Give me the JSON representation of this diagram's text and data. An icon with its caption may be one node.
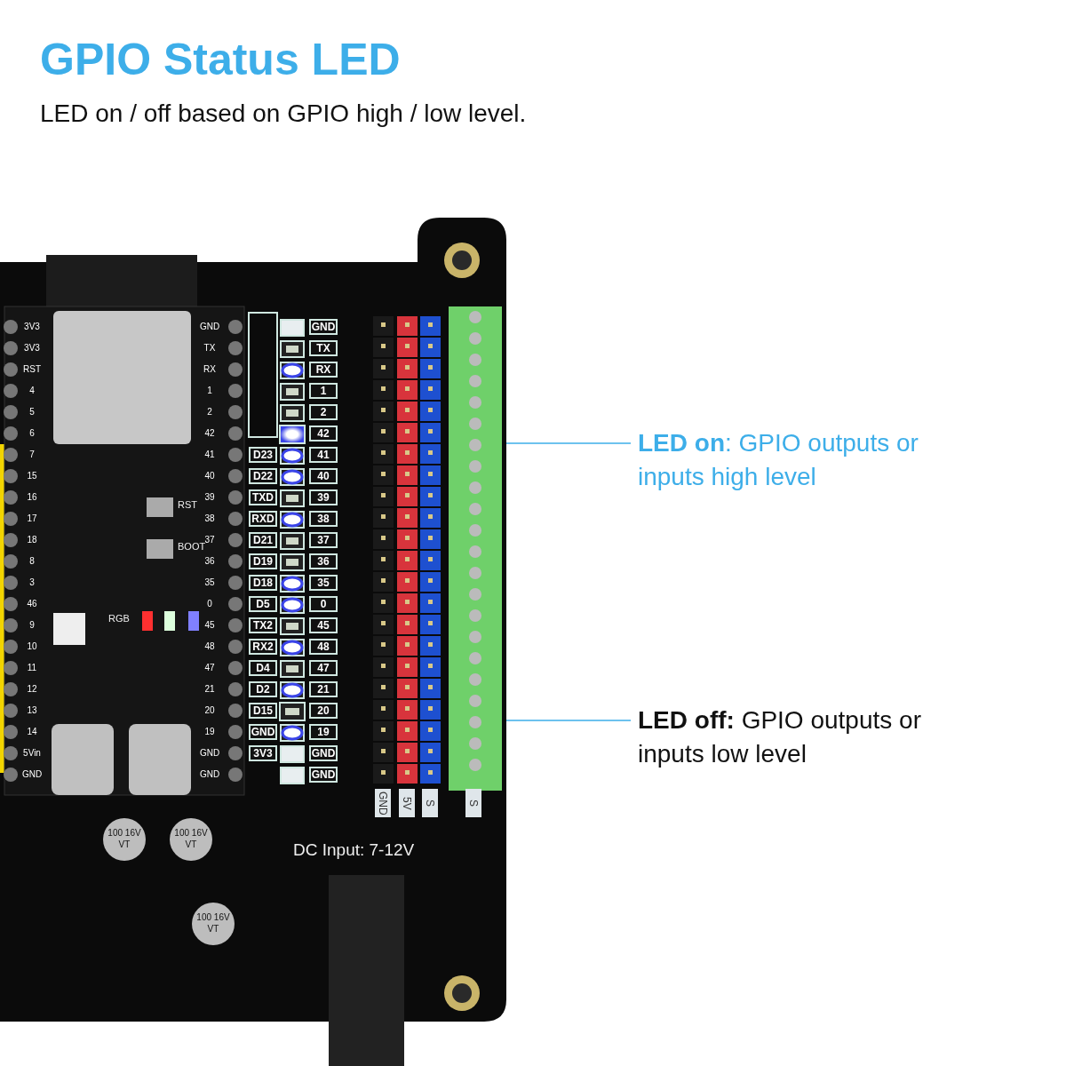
{
  "diagram": {
    "title": "GPIO Status LED",
    "caption": "LED on / off based on GPIO high / low level.",
    "nodes": [
      {
        "text": [
          "**LED on**: GPIO outputs or inputs high level"
        ]
      },
      {
        "text": [],
        "shape": "box"
      },
      {
        "text": [
          "**LED off:** GPIO outputs or inputs low level"
        ]
      },
      {
        "text": [],
        "shape": "box"
      }
    ],
    "edges": [
      {
        "from": 0,
        "to": 1,
        "arrow": "none"
      },
      {
        "from": 2,
        "to": 3,
        "arrow": "none"
      }
    ],
    "labels": [
      "3V3",
      "3V3",
      "RST",
      "4",
      "5",
      "6",
      "7",
      "15",
      "16",
      "17",
      "18",
      "8",
      "3",
      "46",
      "9",
      "10",
      "11",
      "12",
      "13",
      "14",
      "5Vin",
      "GND",
      "GND",
      "TX",
      "RX",
      "1",
      "2",
      "42",
      "41",
      "40",
      "39",
      "38",
      "37",
      "36",
      "35",
      "0",
      "45",
      "48",
      "47",
      "21",
      "20",
      "19",
      "GND",
      "GND",
      "RST",
      "BOOT",
      "RGB",
      "GND",
      "TX",
      "RX",
      "1",
      "2",
      "42",
      "D23",
      "41",
      "D22",
      "40",
      "TXD",
      "39",
      "RXD",
      "38",
      "D21",
      "37",
      "D19",
      "36",
      "D18",
      "35",
      "D5",
      "0",
      "TX2",
      "45",
      "RX2",
      "48",
      "D4",
      "47",
      "D2",
      "21",
      "D15",
      "20",
      "GND",
      "19",
      "3V3",
      "GND",
      "GND",
      "GND",
      "5V",
      "S",
      "S",
      "DC Input: 7-12V",
      "100 16V VT",
      "100 16V VT",
      "100 16V VT"
    ]
  }
}
